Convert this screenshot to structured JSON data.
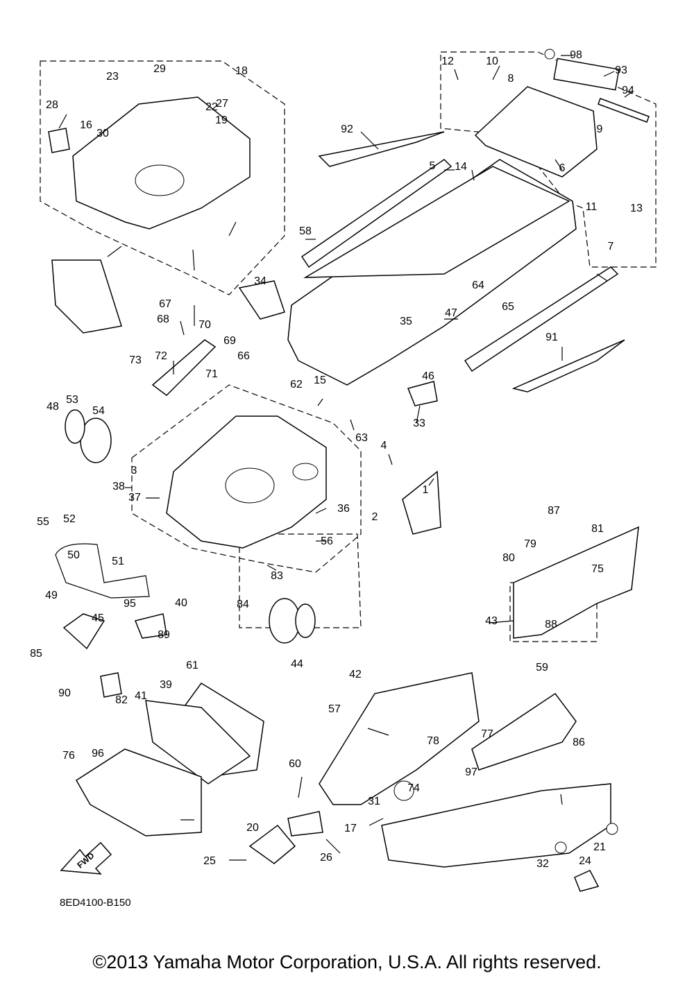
{
  "callouts": [
    "98",
    "93",
    "12",
    "10",
    "94",
    "8",
    "92",
    "9",
    "14",
    "5",
    "6",
    "11",
    "13",
    "58",
    "7",
    "64",
    "65",
    "47",
    "35",
    "46",
    "34",
    "91",
    "33",
    "67",
    "68",
    "70",
    "69",
    "66",
    "71",
    "73",
    "72",
    "62",
    "15",
    "63",
    "4",
    "1",
    "2",
    "3",
    "38",
    "37",
    "36",
    "56",
    "48",
    "53",
    "54",
    "55",
    "52",
    "50",
    "51",
    "49",
    "95",
    "45",
    "40",
    "89",
    "85",
    "84",
    "83",
    "90",
    "82",
    "87",
    "81",
    "80",
    "79",
    "75",
    "43",
    "88",
    "61",
    "39",
    "41",
    "42",
    "57",
    "44",
    "59",
    "78",
    "76",
    "96",
    "86",
    "77",
    "97",
    "74",
    "60",
    "31",
    "20",
    "17",
    "26",
    "25",
    "21",
    "32",
    "24",
    "23",
    "29",
    "18",
    "28",
    "22",
    "19",
    "27",
    "16",
    "30"
  ],
  "drawing_code": "8ED4100-B150",
  "fwd_label": "FWD",
  "copyright": "©2013 Yamaha Motor Corporation, U.S.A. All rights reserved."
}
